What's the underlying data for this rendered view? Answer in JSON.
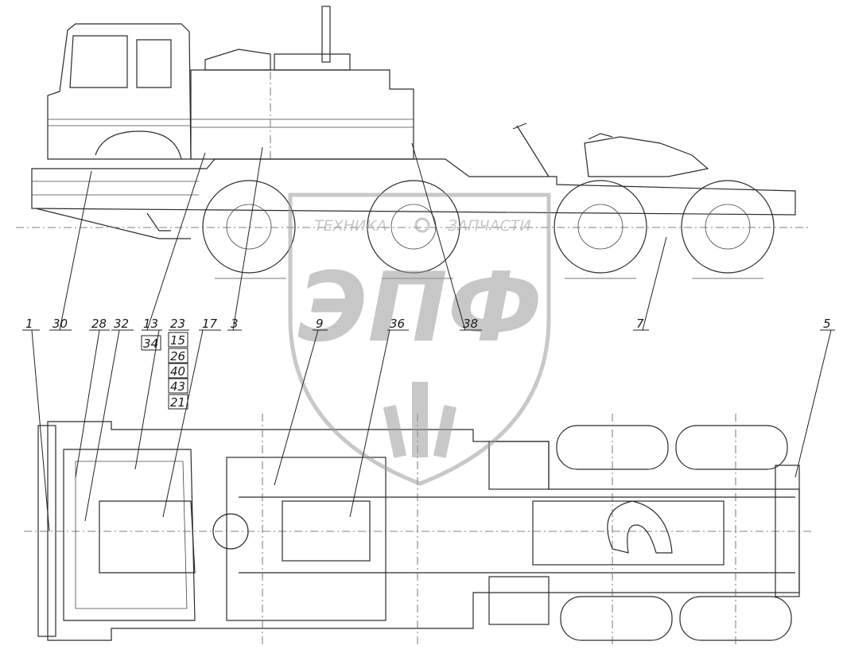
{
  "watermark": {
    "top_left": "ТЕХНИКА",
    "top_right": "ЗАПЧАСТИ",
    "logo_text": "ЭПФ",
    "color": "#9a9a9a"
  },
  "labels": {
    "l1": "1",
    "l30": "30",
    "l28": "28",
    "l32": "32",
    "l13": "13",
    "l23": "23",
    "l34": "34",
    "l15": "15",
    "l26": "26",
    "l40": "40",
    "l43": "43",
    "l21": "21",
    "l17": "17",
    "l3": "3",
    "l9": "9",
    "l36": "36",
    "l38": "38",
    "l7": "7",
    "l5": "5"
  }
}
